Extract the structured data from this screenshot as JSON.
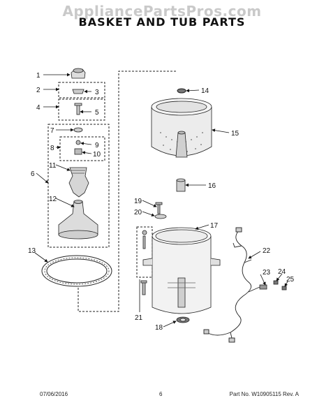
{
  "watermark": "AppliancePartsPros.com",
  "title": "BASKET AND TUB PARTS",
  "callouts": [
    "1",
    "2",
    "3",
    "4",
    "5",
    "6",
    "7",
    "8",
    "9",
    "10",
    "11",
    "12",
    "13",
    "14",
    "15",
    "16",
    "17",
    "18",
    "19",
    "20",
    "21",
    "22",
    "23",
    "24",
    "25"
  ],
  "footer": {
    "date": "07/06/2016",
    "page": "6",
    "part_number": "Part No. W10905115",
    "revision": "Rev. A"
  }
}
